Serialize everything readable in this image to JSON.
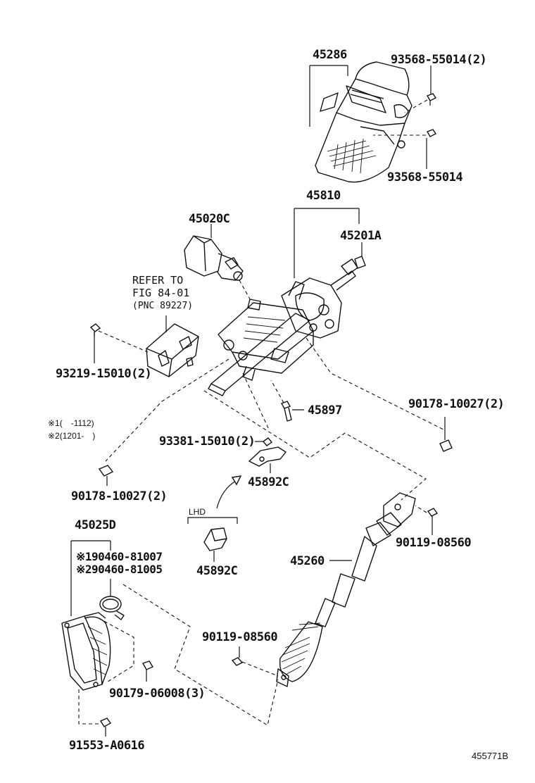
{
  "diagram_id": "455771B",
  "labels": {
    "p45286": "45286",
    "p93568_55014_2": "93568-55014(2)",
    "p93568_55014": "93568-55014",
    "p45810": "45810",
    "p45020C": "45020C",
    "p45201A": "45201A",
    "refer_line1": "REFER TO",
    "refer_line2": "FIG 84-01",
    "refer_line3": "(PNC 89227)",
    "p93219_15010_2": "93219-15010(2)",
    "p90178_10027_2_right": "90178-10027(2)",
    "p45897": "45897",
    "note1": "※1(　-1112)",
    "note2": "※2(1201-　)",
    "p93381_15010_2": "93381-15010(2)",
    "p45892C_top": "45892C",
    "p90178_10027_2_left": "90178-10027(2)",
    "lhd": "LHD",
    "p45025D": "45025D",
    "p90460_81007": "※190460-81007",
    "p90460_81005": "※290460-81005",
    "p45892C_bottom": "45892C",
    "p45260": "45260",
    "p90119_08560_right": "90119-08560",
    "p90119_08560_left": "90119-08560",
    "p90179_06008_3": "90179-06008(3)",
    "p91553_A0616": "91553-A0616"
  }
}
